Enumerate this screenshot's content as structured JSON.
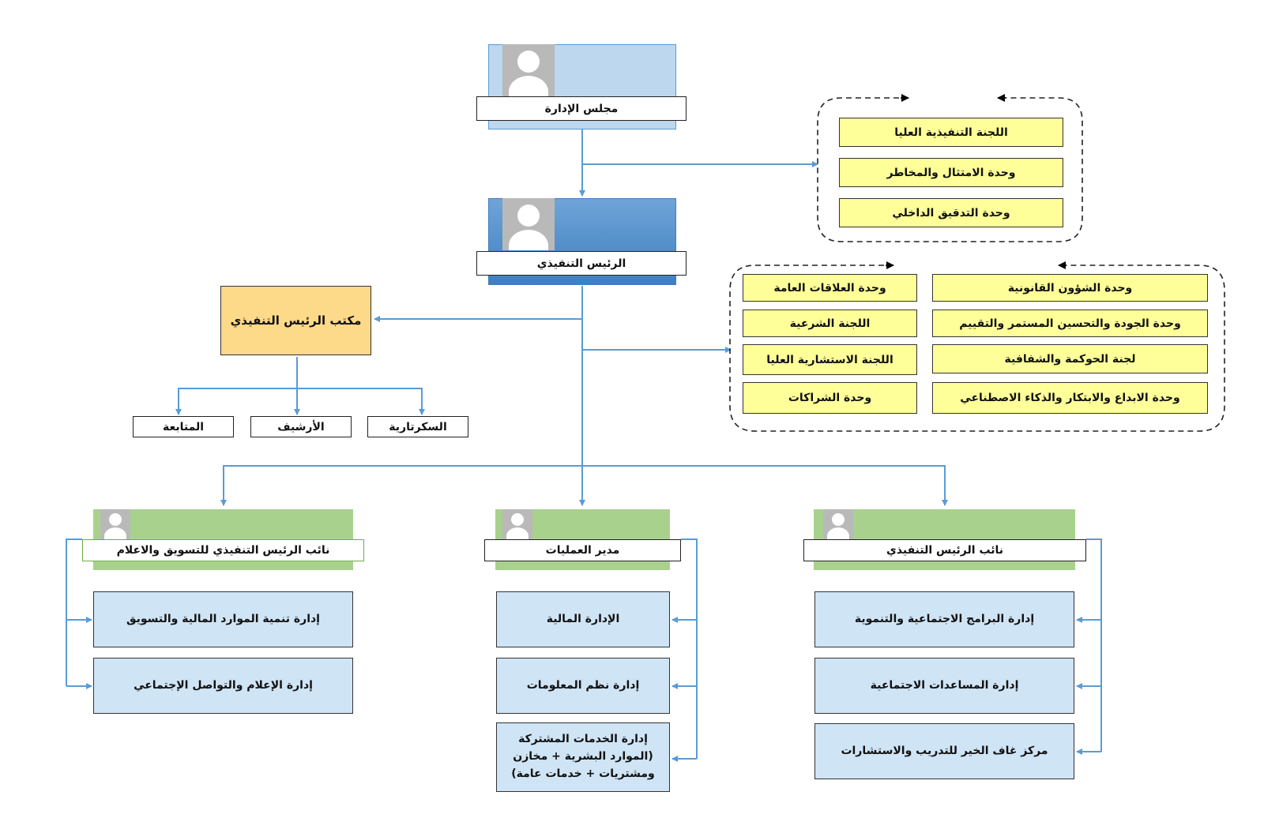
{
  "board": {
    "title": "مجلس الإدارة"
  },
  "ceo": {
    "title": "الرئيس التنفيذي"
  },
  "ceo_office": {
    "title": "مكتب الرئيس التنفيذي",
    "children": [
      "السكرتارية",
      "الأرشيف",
      "المتابعة"
    ]
  },
  "board_committees": [
    "اللجنة التنفيذية العليا",
    "وحدة الامتثال والمخاطر",
    "وحدة التدقيق الداخلي"
  ],
  "ceo_units": {
    "right": [
      "وحدة الشؤون القانونية",
      "وحدة الجودة والتحسين المستمر والتقييم",
      "لجنة الحوكمة والشفافية",
      "وحدة الابداع والابتكار والذكاء الاصطناعي"
    ],
    "left": [
      "وحدة العلاقات العامة",
      "اللجنة الشرعية",
      "اللجنة الاستشارية العليا",
      "وحدة الشراكات"
    ]
  },
  "divisions": {
    "deputy_ceo": {
      "title": "نائب الرئيس التنفيذي",
      "depts": [
        "إدارة البرامج الاجتماعية والتنموية",
        "إدارة المساعدات الاجتماعية",
        "مركز غاف الخير للتدريب والاستشارات"
      ]
    },
    "operations": {
      "title": "مدير العمليات",
      "depts": [
        "الإدارة المالية",
        "إدارة نظم المعلومات"
      ],
      "shared": [
        "إدارة الخدمات المشتركة",
        "(الموارد البشرية + مخازن",
        "ومشتريات + خدمات عامة)"
      ]
    },
    "deputy_marketing": {
      "title": "نائب الرئيس التنفيذي للتسويق والاعلام",
      "depts": [
        "إدارة تنمية الموارد المالية والتسويق",
        "إدارة الإعلام والتواصل الإجتماعي"
      ]
    }
  },
  "colors": {
    "line": "#5b9bd5",
    "yellow": "#ffff99",
    "light_blue": "#cfe4f5",
    "green": "#a9d18e",
    "orange": "#fdd98a"
  }
}
